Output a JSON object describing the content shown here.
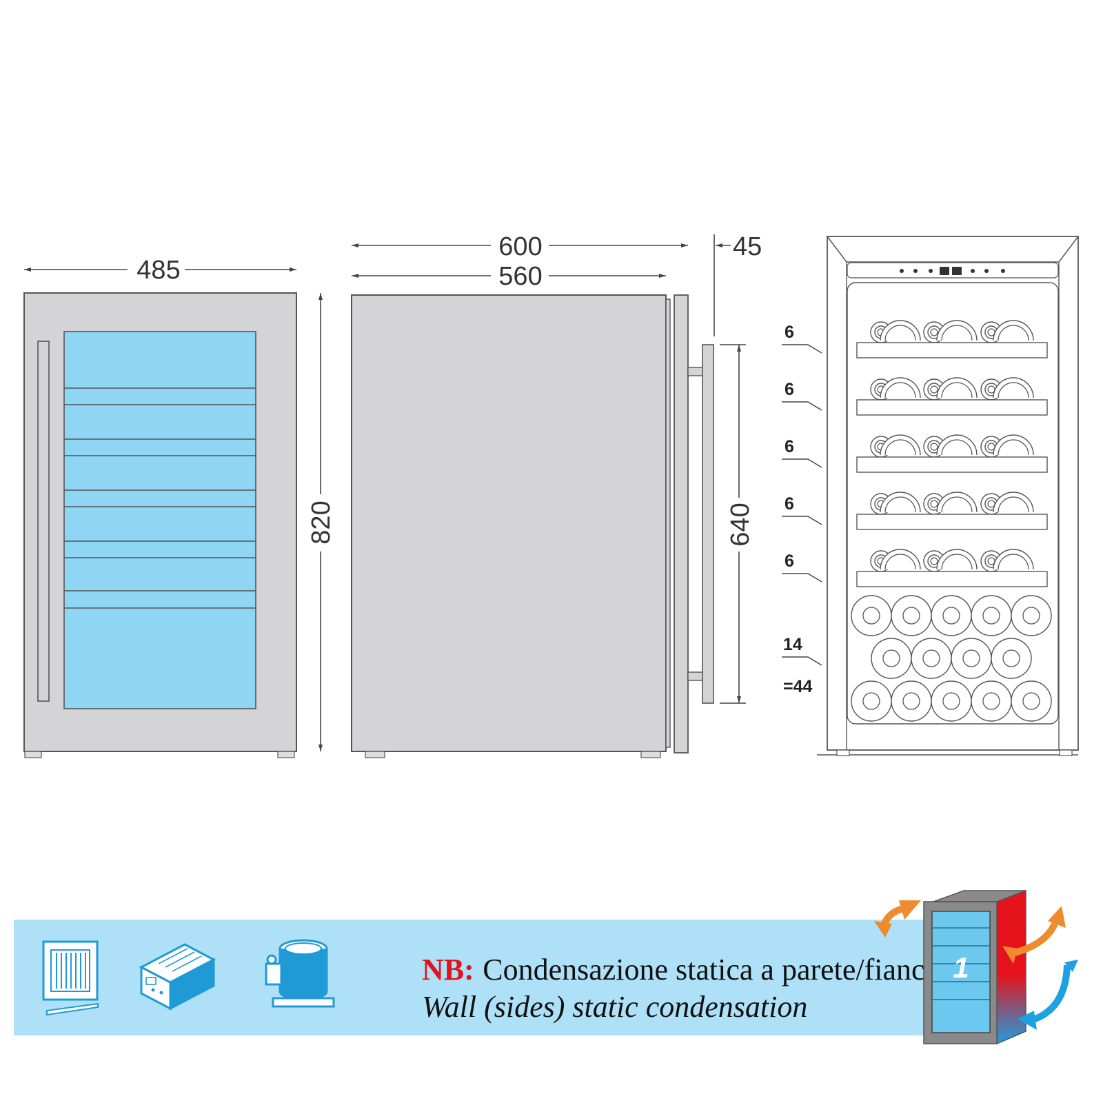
{
  "dimensions": {
    "front_width": "485",
    "front_height": "820",
    "side_depth_total": "600",
    "side_depth_body": "560",
    "handle_depth": "45",
    "handle_height": "640"
  },
  "shelves": {
    "counts": [
      "6",
      "6",
      "6",
      "6",
      "6",
      "14"
    ],
    "total": "=44"
  },
  "footer": {
    "nb_prefix": "NB:",
    "line1": "Condensazione statica a parete/fianchi",
    "line2": "Wall (sides) static condensation",
    "badge_number": "1"
  },
  "icons": [
    "condenser-grid-icon",
    "electronic-control-panel-icon",
    "compressor-icon",
    "cabinet-airflow-icon"
  ],
  "colors": {
    "glass": "#8ed6f4",
    "steel": "#d4d4d6",
    "banner": "#aee1f7",
    "nb_red": "#e3121b",
    "arrow_orange": "#f08a2e",
    "arrow_blue": "#1ea1e0"
  }
}
